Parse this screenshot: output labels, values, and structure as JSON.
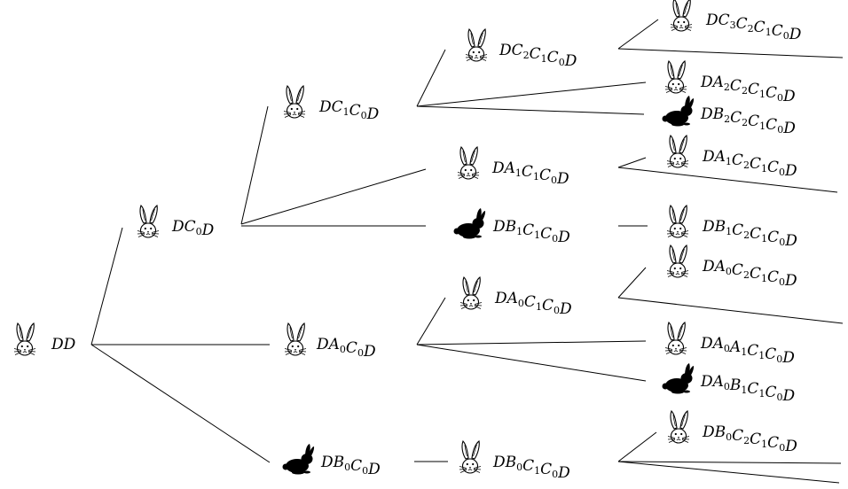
{
  "colors": {
    "line": "#000000",
    "white_rabbit_fill": "#ffffff",
    "black_rabbit_fill": "#000000"
  },
  "icons": {
    "white": "white-rabbit-head-icon",
    "black": "black-rabbit-silhouette-icon"
  },
  "nodes": [
    {
      "id": "n_dd",
      "label": "DD",
      "rabbit": "white"
    },
    {
      "id": "n_dc0d",
      "label": "DC_0D",
      "rabbit": "white"
    },
    {
      "id": "n_da0c0d",
      "label": "DA_0C_0D",
      "rabbit": "white"
    },
    {
      "id": "n_db0c0d",
      "label": "DB_0C_0D",
      "rabbit": "black"
    },
    {
      "id": "n_dc1c0d",
      "label": "DC_1C_0D",
      "rabbit": "white"
    },
    {
      "id": "n_dc2c1c0d",
      "label": "DC_2C_1C_0D",
      "rabbit": "white"
    },
    {
      "id": "n_dc3c2c1c0d",
      "label": "DC_3C_2C_1C_0D",
      "rabbit": "white"
    },
    {
      "id": "n_da2c2c1c0d",
      "label": "DA_2C_2C_1C_0D",
      "rabbit": "white"
    },
    {
      "id": "n_db2c2c1c0d",
      "label": "DB_2C_2C_1C_0D",
      "rabbit": "black"
    },
    {
      "id": "n_da1c1c0d",
      "label": "DA_1C_1C_0D",
      "rabbit": "white"
    },
    {
      "id": "n_da1c2c1c0d",
      "label": "DA_1C_2C_1C_0D",
      "rabbit": "white"
    },
    {
      "id": "n_db1c1c0d",
      "label": "DB_1C_1C_0D",
      "rabbit": "black"
    },
    {
      "id": "n_db1c2c1c0d",
      "label": "DB_1C_2C_1C_0D",
      "rabbit": "white"
    },
    {
      "id": "n_da0c1c0d",
      "label": "DA_0C_1C_0D",
      "rabbit": "white"
    },
    {
      "id": "n_da0c2c1c0d",
      "label": "DA_0C_2C_1C_0D",
      "rabbit": "white"
    },
    {
      "id": "n_da0a1c1c0d",
      "label": "DA_0A_1C_1C_0D",
      "rabbit": "white"
    },
    {
      "id": "n_da0b1c1c0d",
      "label": "DA_0B_1C_1C_0D",
      "rabbit": "black"
    },
    {
      "id": "n_db0c1c0d",
      "label": "DB_0C_1C_0D",
      "rabbit": "white"
    },
    {
      "id": "n_db0c2c1c0d",
      "label": "DB_0C_2C_1C_0D",
      "rabbit": "white"
    }
  ],
  "edges": [
    [
      "n_dd",
      "n_dc0d"
    ],
    [
      "n_dd",
      "n_da0c0d"
    ],
    [
      "n_dd",
      "n_db0c0d"
    ],
    [
      "n_dc0d",
      "n_dc1c0d"
    ],
    [
      "n_dc0d",
      "n_da1c1c0d"
    ],
    [
      "n_dc0d",
      "n_db1c1c0d"
    ],
    [
      "n_dc1c0d",
      "n_dc2c1c0d"
    ],
    [
      "n_dc1c0d",
      "n_da2c2c1c0d"
    ],
    [
      "n_dc1c0d",
      "n_db2c2c1c0d"
    ],
    [
      "n_dc2c1c0d",
      "n_dc3c2c1c0d"
    ],
    [
      "n_da1c1c0d",
      "n_da1c2c1c0d"
    ],
    [
      "n_db1c1c0d",
      "n_db1c2c1c0d"
    ],
    [
      "n_da0c0d",
      "n_da0c1c0d"
    ],
    [
      "n_da0c0d",
      "n_da0a1c1c0d"
    ],
    [
      "n_da0c0d",
      "n_da0b1c1c0d"
    ],
    [
      "n_da0c1c0d",
      "n_da0c2c1c0d"
    ],
    [
      "n_db0c0d",
      "n_db0c1c0d"
    ],
    [
      "n_db0c1c0d",
      "n_db0c2c1c0d"
    ]
  ],
  "offpage_edge_sources": [
    "n_dc2c1c0d",
    "n_da1c1c0d",
    "n_da0c1c0d",
    "n_db0c1c0d",
    "n_db0c1c0d"
  ]
}
